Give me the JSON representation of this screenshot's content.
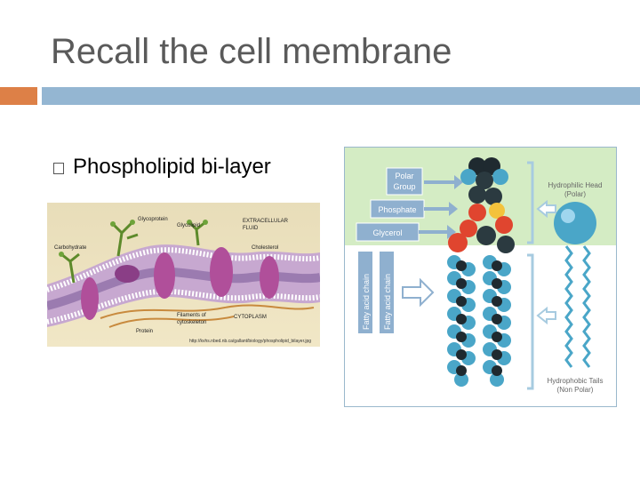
{
  "slide": {
    "title": "Recall the cell membrane",
    "bullets": [
      {
        "text": "Phospholipid bi-layer"
      }
    ]
  },
  "membrane_figure": {
    "labels": {
      "glycoprotein": "Glycoprotein",
      "glycolipid": "Glycolipid",
      "extracellular": "EXTRACELLULAR",
      "fluid": "FLUID",
      "carbohydrate": "Carbohydrate",
      "cholesterol": "Cholesterol",
      "filaments": "Filaments of",
      "cytoskeleton": "cytoskeleton",
      "cytoplasm": "CYTOPLASM",
      "protein": "Protein"
    },
    "url": "http://kvhs.nbed.nb.ca/gallant/biology/phospholipid_bilayer.jpg"
  },
  "phospholipid_figure": {
    "polar_group": [
      "Polar",
      "Group"
    ],
    "phosphate": "Phosphate",
    "glycerol": "Glycerol",
    "fatty_acid_chain_1": "Fatty acid chain",
    "fatty_acid_chain_2": "Fatty acid chain",
    "hydrophilic": [
      "Hydrophilic Head",
      "(Polar)"
    ],
    "hydrophobic": [
      "Hydrophobic Tails",
      "(Non Polar)"
    ]
  },
  "colors": {
    "accent_orange": "#dd8047",
    "accent_blue": "#94b6d2",
    "title_gray": "#5a5a5a",
    "head_band": "#d4ecc4"
  }
}
